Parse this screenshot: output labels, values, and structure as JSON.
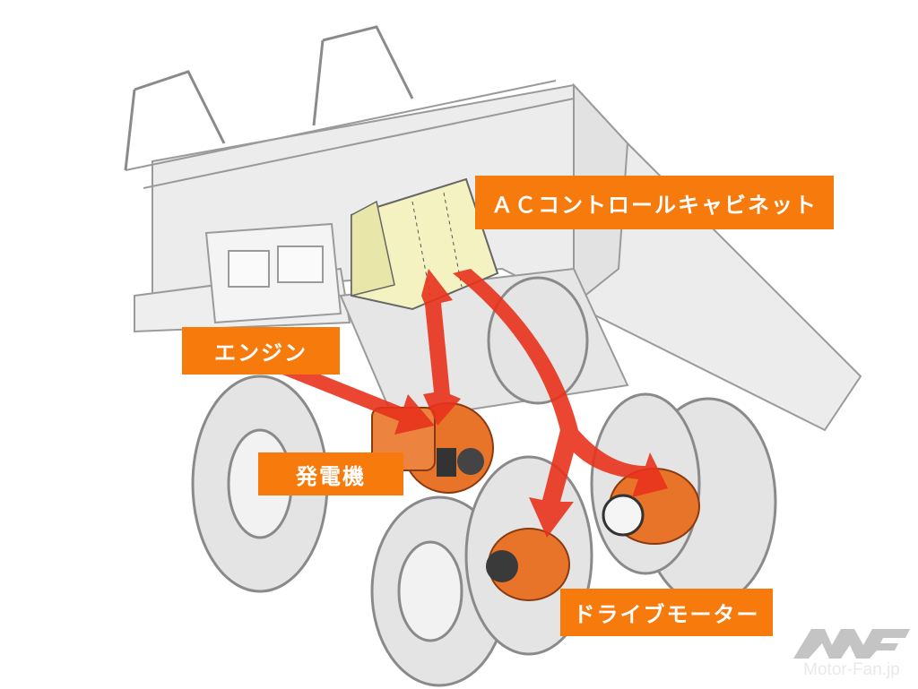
{
  "labels": {
    "ac_cabinet": "ＡＣコントロールキャビネット",
    "engine": "エンジン",
    "generator": "発電機",
    "drive_motor": "ドライブモーター"
  },
  "watermark": {
    "text": "Motor-Fan.jp",
    "logo": "MF"
  },
  "colors": {
    "label_bg": "#f77a0c",
    "arrow": "#e8321c",
    "component": "#e8742a",
    "cabinet": "#f3f2c0",
    "line": "#9a9a9a"
  }
}
